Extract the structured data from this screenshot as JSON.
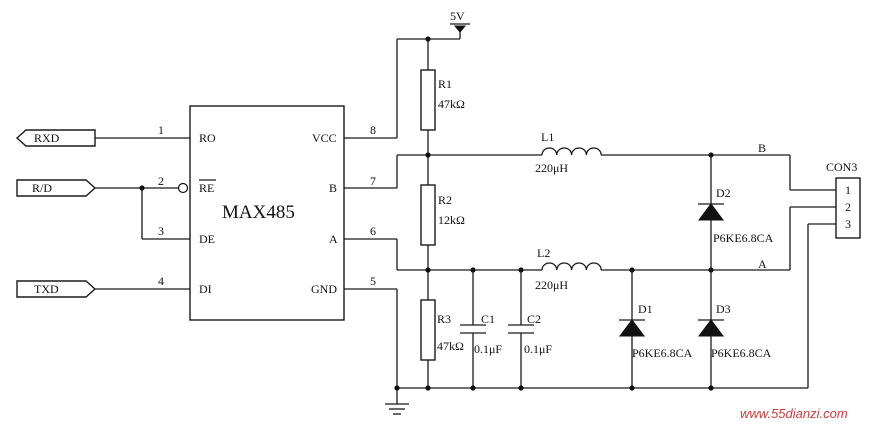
{
  "ic": {
    "name": "MAX485",
    "pins_left": [
      {
        "num": "1",
        "name": "RO"
      },
      {
        "num": "2",
        "name": "RE"
      },
      {
        "num": "3",
        "name": "DE"
      },
      {
        "num": "4",
        "name": "DI"
      }
    ],
    "pins_right": [
      {
        "num": "8",
        "name": "VCC"
      },
      {
        "num": "7",
        "name": "B"
      },
      {
        "num": "6",
        "name": "A"
      },
      {
        "num": "5",
        "name": "GND"
      }
    ]
  },
  "ports": {
    "rxd": "RXD",
    "rd": "R/D",
    "txd": "TXD"
  },
  "power": {
    "supply": "5V"
  },
  "resistors": [
    {
      "ref": "R1",
      "value": "47kΩ"
    },
    {
      "ref": "R2",
      "value": "12kΩ"
    },
    {
      "ref": "R3",
      "value": "47kΩ"
    }
  ],
  "capacitors": [
    {
      "ref": "C1",
      "value": "0.1μF"
    },
    {
      "ref": "C2",
      "value": "0.1μF"
    }
  ],
  "inductors": [
    {
      "ref": "L1",
      "value": "220μH"
    },
    {
      "ref": "L2",
      "value": "220μH"
    }
  ],
  "diodes": [
    {
      "ref": "D1",
      "value": "P6KE6.8CA"
    },
    {
      "ref": "D2",
      "value": "P6KE6.8CA"
    },
    {
      "ref": "D3",
      "value": "P6KE6.8CA"
    }
  ],
  "nets": {
    "b": "B",
    "a": "A"
  },
  "connector": {
    "ref": "CON3",
    "pins": [
      "1",
      "2",
      "3"
    ]
  },
  "watermark": "www.55dianzi.com"
}
